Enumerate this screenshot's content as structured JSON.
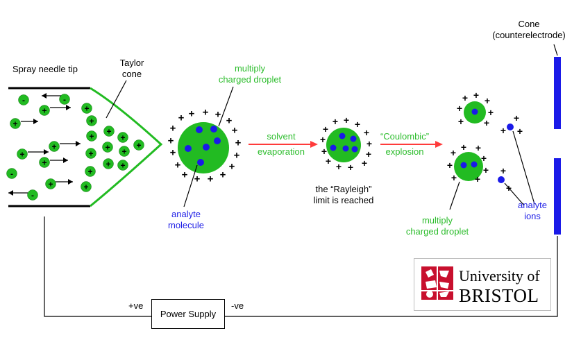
{
  "labels": {
    "needle": "Spray needle tip",
    "taylor_line1": "Taylor",
    "taylor_line2": "cone",
    "droplet1_line1": "multiply",
    "droplet1_line2": "charged droplet",
    "analyte_mol_line1": "analyte",
    "analyte_mol_line2": "molecule",
    "solvent_line1": "solvent",
    "solvent_line2": "evaporation",
    "rayleigh_line1": "the “Rayleigh”",
    "rayleigh_line2": "limit is reached",
    "coulombic_line1": "“Coulombic”",
    "coulombic_line2": "explosion",
    "droplet2_line1": "multiply",
    "droplet2_line2": "charged droplet",
    "ions_line1": "analyte",
    "ions_line2": "ions",
    "cone_line1": "Cone",
    "cone_line2": "(counterelectrode)",
    "plus_ve": "+ve",
    "minus_ve": "-ve",
    "power_supply": "Power Supply"
  },
  "logo": {
    "line1": "University of",
    "line2": "BRISTOL"
  },
  "symbols": {
    "plus": "+",
    "minus": "-"
  },
  "colors": {
    "droplet_green": "#22bb22",
    "analyte_blue": "#1a1ae8",
    "label_green": "#2dbd2d",
    "label_blue": "#1e1ee6",
    "arrow_red": "#ff3b3b",
    "electrode_blue": "#1a1ae8",
    "logo_red": "#c8102e"
  }
}
